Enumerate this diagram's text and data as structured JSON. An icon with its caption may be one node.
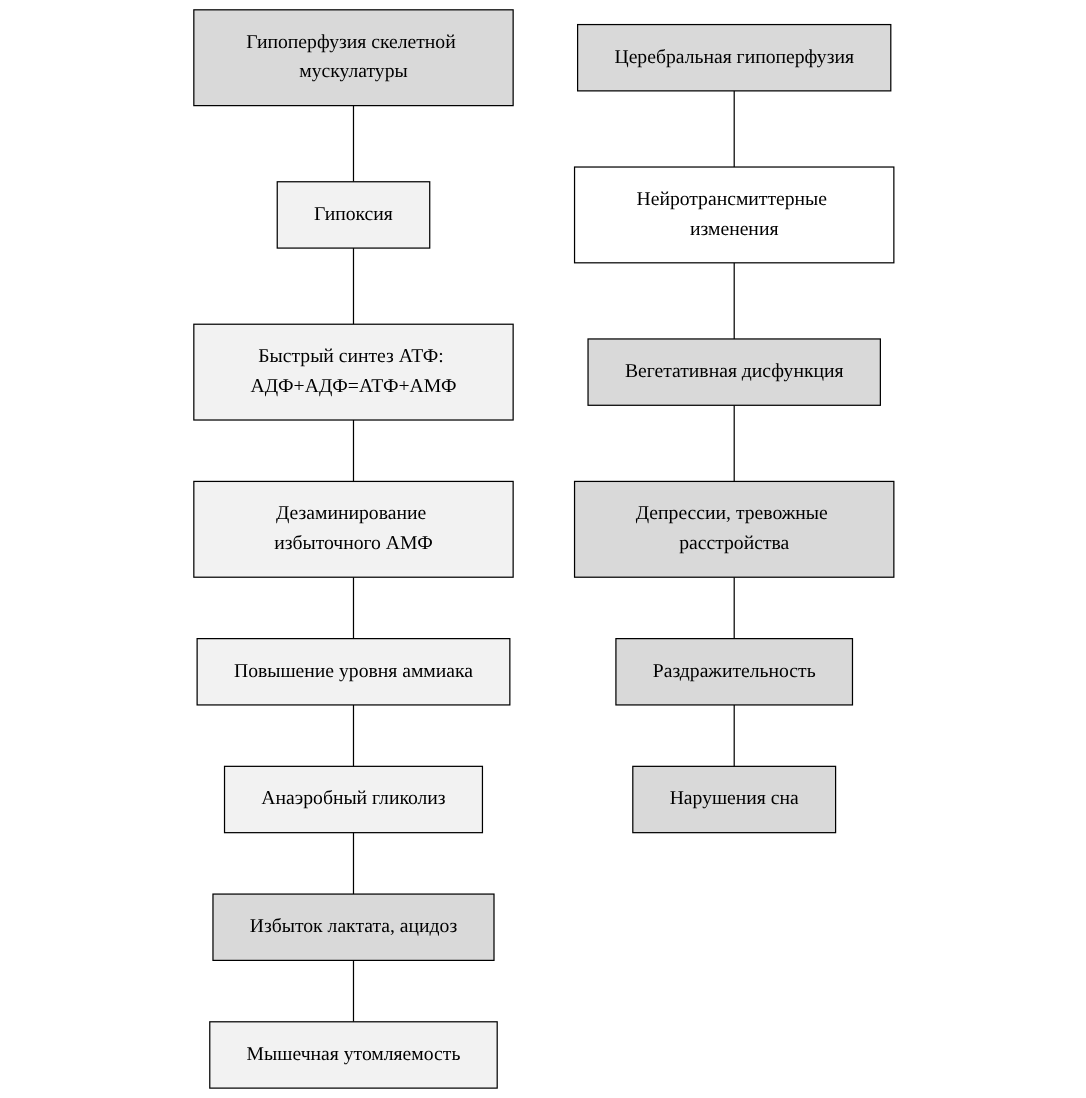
{
  "diagram": {
    "nodes": [
      {
        "text": [
          "Гипоперфузия скелетной мускулатуры"
        ]
      },
      {
        "text": [
          "Гипоксия"
        ]
      },
      {
        "text": [
          "Быстрый синтез АТФ: АДФ+АДФ=АТФ+АМФ"
        ]
      },
      {
        "text": [
          "Дезаминирование избыточного АМФ"
        ]
      },
      {
        "text": [
          "Повышение уровня аммиака"
        ]
      },
      {
        "text": [
          "Анаэробный гликолиз"
        ]
      },
      {
        "text": [
          "Избыток лактата, ацидоз"
        ]
      },
      {
        "text": [
          "Мышечная утомляемость"
        ]
      },
      {
        "text": [
          "Церебральная гипоперфузия"
        ]
      },
      {
        "text": [
          "Нейротрансмиттерные изменения"
        ]
      },
      {
        "text": [
          "Вегетативная дисфункция"
        ]
      },
      {
        "text": [
          "Депрессии, тревожные расстройства"
        ]
      },
      {
        "text": [
          "Раздражительность"
        ]
      },
      {
        "text": [
          "Нарушения сна"
        ]
      }
    ],
    "edges": [
      {
        "from": 0,
        "to": 1,
        "arrow": "none"
      },
      {
        "from": 1,
        "to": 2,
        "arrow": "none"
      },
      {
        "from": 2,
        "to": 3,
        "arrow": "none"
      },
      {
        "from": 3,
        "to": 4,
        "arrow": "none"
      },
      {
        "from": 4,
        "to": 5,
        "arrow": "none"
      },
      {
        "from": 5,
        "to": 6,
        "arrow": "none"
      },
      {
        "from": 6,
        "to": 7,
        "arrow": "none"
      },
      {
        "from": 8,
        "to": 9,
        "arrow": "none"
      },
      {
        "from": 9,
        "to": 10,
        "arrow": "none"
      },
      {
        "from": 10,
        "to": 11,
        "arrow": "none"
      },
      {
        "from": 11,
        "to": 12,
        "arrow": "none"
      },
      {
        "from": 12,
        "to": 13,
        "arrow": "none"
      }
    ]
  }
}
